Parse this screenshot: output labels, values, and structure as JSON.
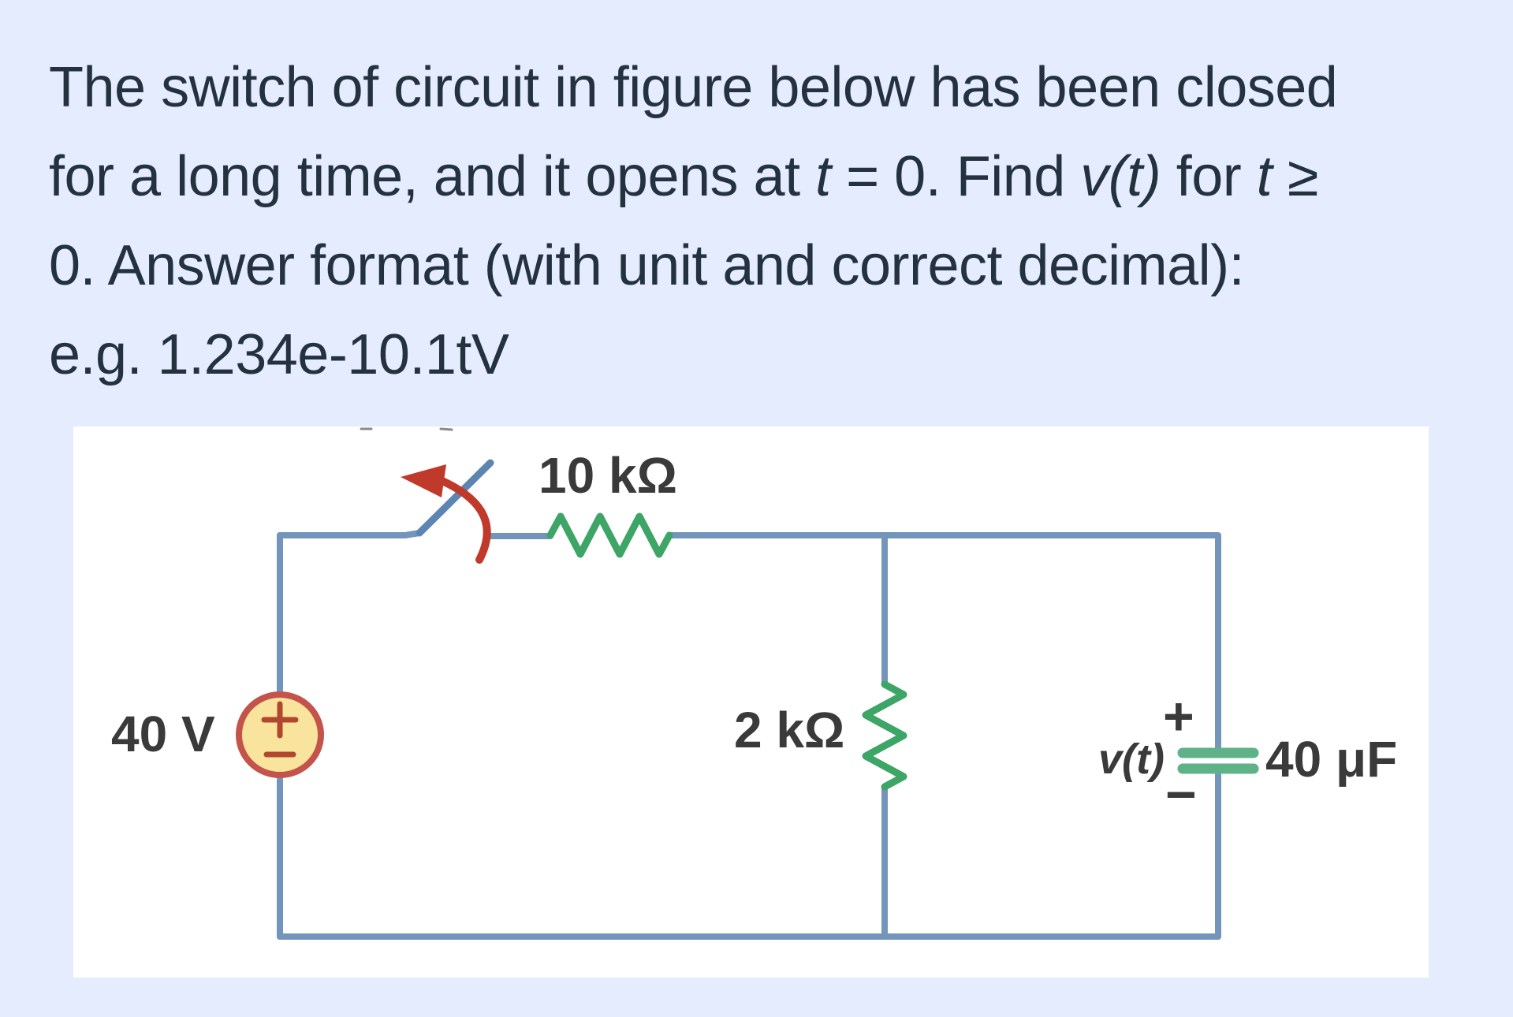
{
  "page": {
    "background": "#e4ecfd",
    "text_color": "#243240"
  },
  "problem": {
    "line1": "The switch of circuit in figure below has been closed",
    "line2_segments": [
      {
        "text": "for a long time, and it opens at "
      },
      {
        "text": "t",
        "italic": true
      },
      {
        "text": " = 0. Find "
      },
      {
        "text": "v(t)",
        "italic": true
      },
      {
        "text": " for "
      },
      {
        "text": "t",
        "italic": true
      },
      {
        "text": " ≥"
      }
    ],
    "line3": "0. Answer format (with unit and correct decimal):",
    "line4": "e.g. 1.234e-10.1tV"
  },
  "figure": {
    "colors": {
      "page-bg": "#e4ecfd",
      "text": "#243240",
      "panel": "#ffffff",
      "wire": "#7495bb",
      "switch-blade": "#5d85b2",
      "resistor": "#3da566",
      "capacitor": "#5fb288",
      "source-fill": "#f9e49d",
      "source-stroke": "#c4544b",
      "source-sign": "#b1472e",
      "arrow": "#bf3a2b",
      "label": "#3a3a3a"
    },
    "labels": {
      "resistor_top": "10 kΩ",
      "resistor_middle": "2 kΩ",
      "source": "40 V",
      "cap_voltage": "v(t)",
      "cap_plus": "+",
      "cap_minus": "−",
      "cap_value": "40 μF"
    }
  }
}
